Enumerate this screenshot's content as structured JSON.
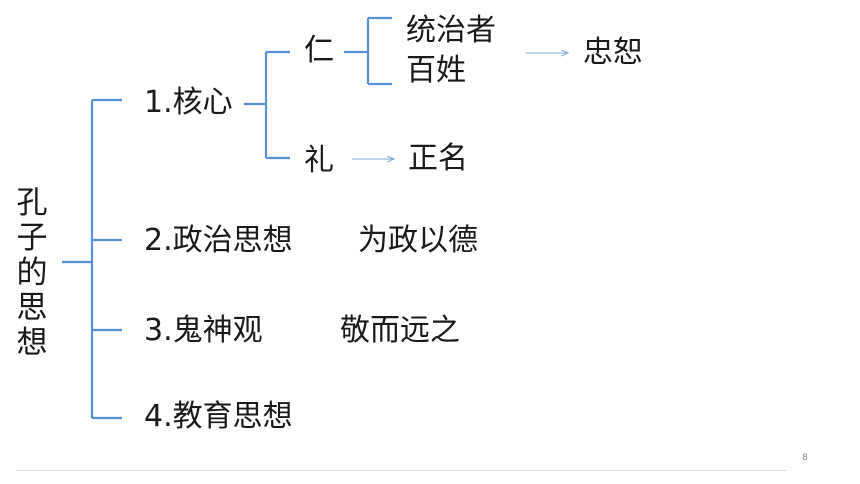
{
  "root": {
    "chars": [
      "孔",
      "子",
      "的",
      "思",
      "想"
    ]
  },
  "branches": {
    "core": "1.核心",
    "politics": "2.政治思想",
    "ghosts": "3.鬼神观",
    "education": "4.教育思想"
  },
  "core": {
    "ren": "仁",
    "li": "礼",
    "ruler": "统治者",
    "people": "百姓",
    "zhongshu": "忠恕",
    "zhengming": "正名"
  },
  "leaves": {
    "politics": "为政以德",
    "ghosts": "敬而远之"
  },
  "footer": {
    "page_number": "8"
  },
  "colors": {
    "bracket": "#5b8fd4",
    "arrow": "#7aa6dc",
    "text": "#1a1a1a"
  }
}
